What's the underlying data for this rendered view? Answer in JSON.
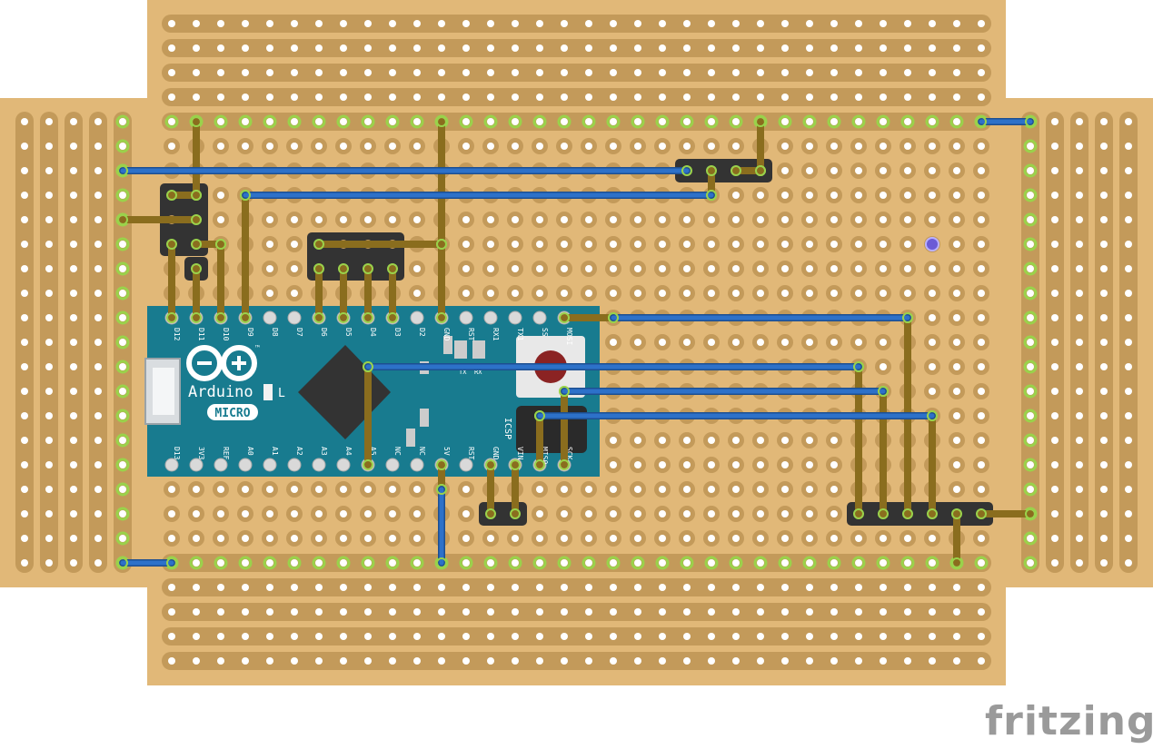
{
  "app": {
    "watermark": "fritzing"
  },
  "board": {
    "board_color": "#e1b878",
    "strip_color": "#c39a5a",
    "hole_color": "#ffffff",
    "active_color": "#9ad24b"
  },
  "arduino": {
    "brand": "Arduino",
    "model": "MICRO",
    "led_label": "L",
    "tm": "™",
    "icsp_label": "ICSP",
    "pcb_color": "#187b8f",
    "top_pins": [
      "D12",
      "D11",
      "D10",
      "D9",
      "D8",
      "D7",
      "D6",
      "D5",
      "D4",
      "D3",
      "D2",
      "GND",
      "RST",
      "RX1",
      "TX1",
      "SS",
      "MOSI"
    ],
    "bottom_pins": [
      "D13",
      "3V3",
      "REF",
      "A0",
      "A1",
      "A2",
      "A3",
      "A4",
      "A5",
      "NC",
      "NC",
      "5V",
      "RST",
      "GND",
      "VIN",
      "MISO",
      "SCK"
    ],
    "tx_label": "TX",
    "rx_label": "RX"
  },
  "wires": {
    "jumper_color": "#2d71c9",
    "trace_color": "#8a6d1e"
  }
}
